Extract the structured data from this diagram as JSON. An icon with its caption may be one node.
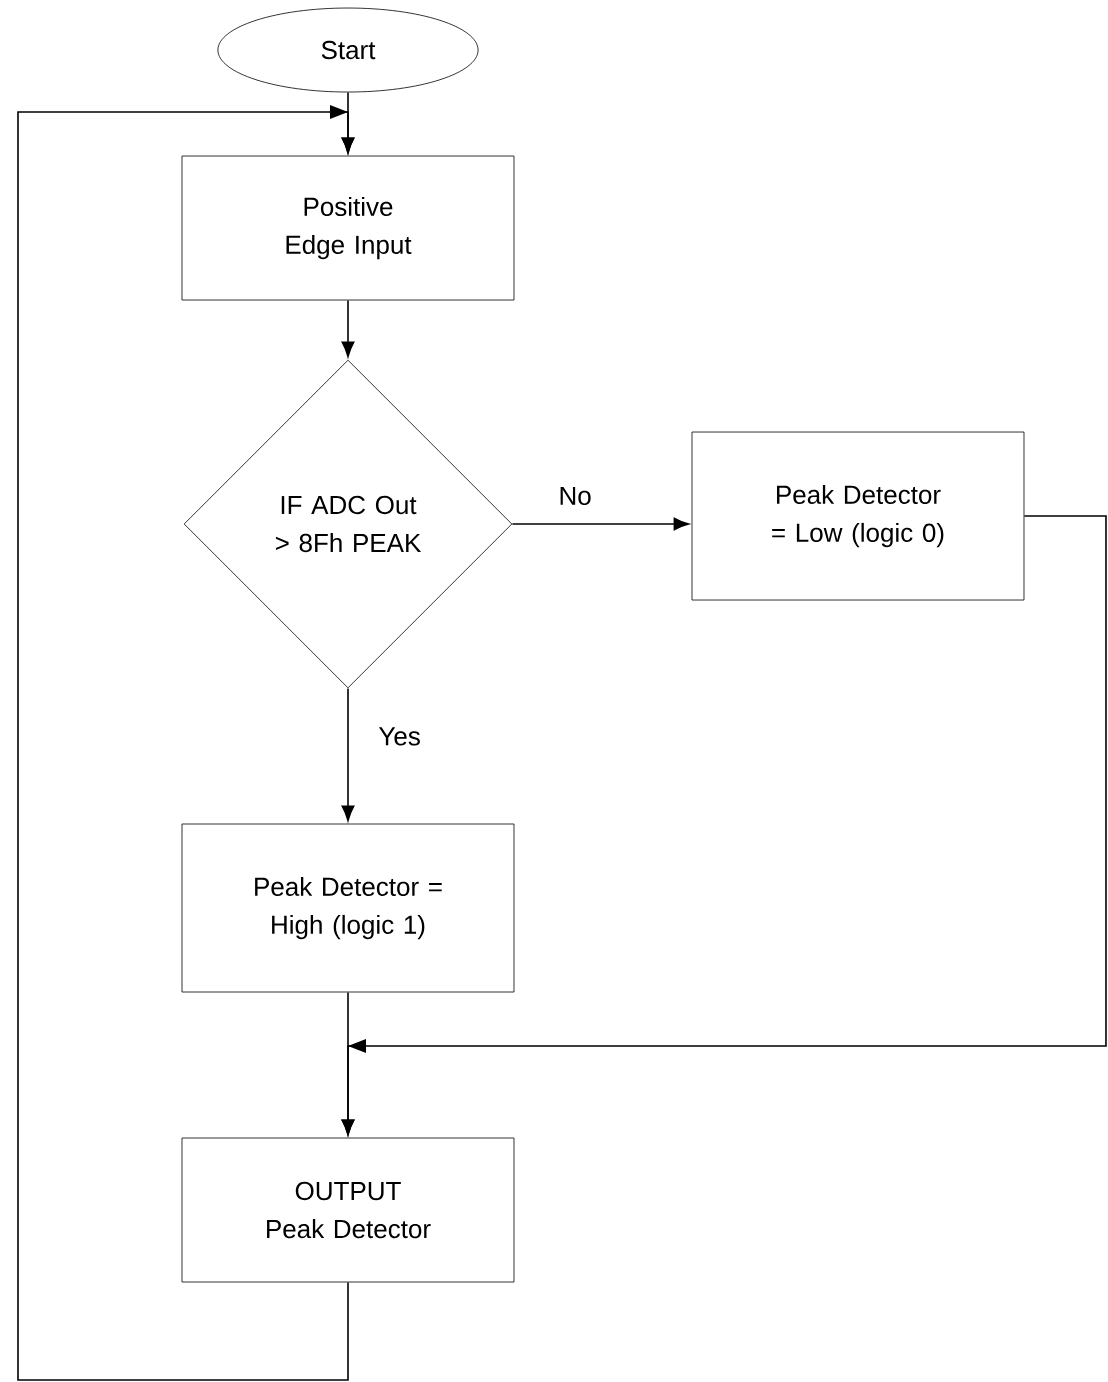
{
  "diagram": {
    "nodes": [
      {
        "text": [
          "Start"
        ]
      },
      {
        "text": [
          "Positive Edge Input"
        ]
      },
      {
        "text": [
          "IF ADC Out > 8Fh PEAK"
        ]
      },
      {
        "text": [
          "Peak Detector = Low (logic 0)"
        ]
      },
      {
        "text": [
          "Peak Detector = High (logic 1)"
        ]
      },
      {
        "text": [
          "OUTPUT Peak Detector"
        ]
      }
    ],
    "edges": [
      {
        "from": 0,
        "to": 1,
        "arrow": "to"
      },
      {
        "from": 1,
        "to": 2,
        "arrow": "to"
      },
      {
        "from": 2,
        "to": 3,
        "arrow": "to",
        "label": "No"
      },
      {
        "from": 2,
        "to": 4,
        "arrow": "to",
        "label": "Yes"
      },
      {
        "from": 4,
        "to": 5,
        "arrow": "to"
      },
      {
        "from": 3,
        "to": 5,
        "arrow": "to"
      },
      {
        "from": 5,
        "to": 1,
        "arrow": "to"
      }
    ]
  }
}
